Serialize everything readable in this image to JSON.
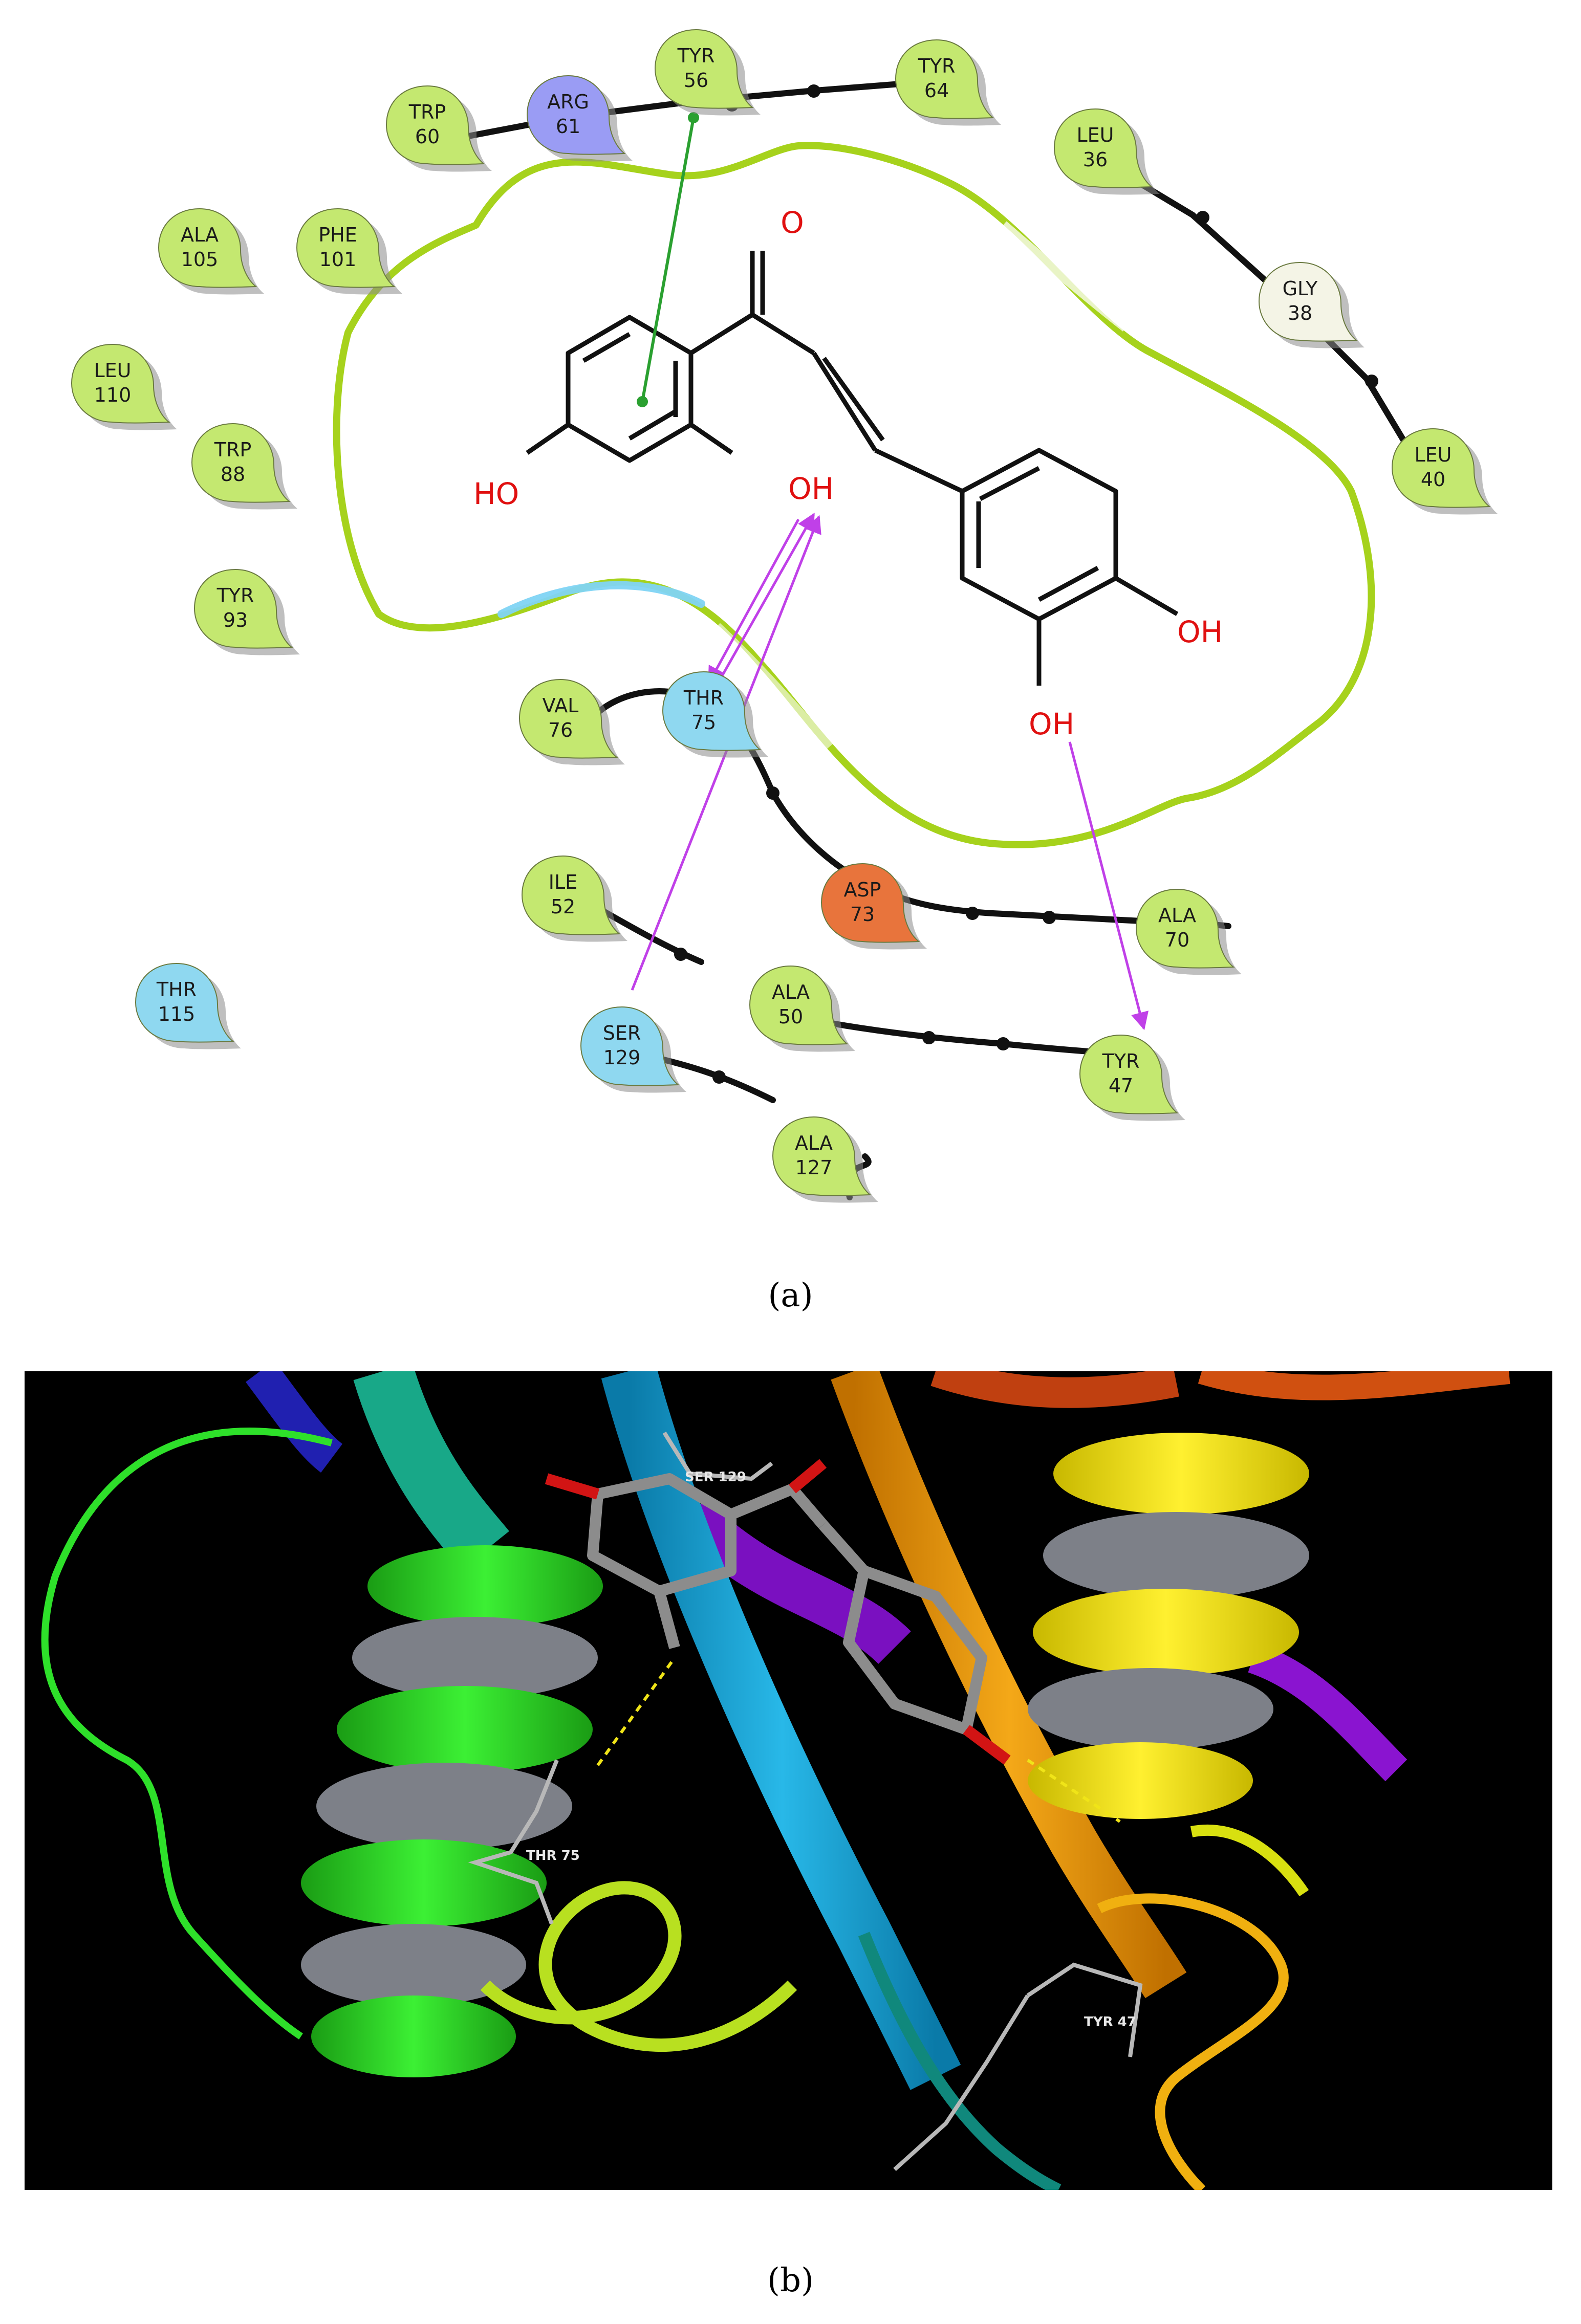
{
  "panel_a": {
    "residues": [
      {
        "name": "TRP",
        "num": "60",
        "type": "hydrophobic"
      },
      {
        "name": "ARG",
        "num": "61",
        "type": "positive"
      },
      {
        "name": "TYR",
        "num": "56",
        "type": "hydrophobic"
      },
      {
        "name": "TYR",
        "num": "64",
        "type": "hydrophobic"
      },
      {
        "name": "LEU",
        "num": "36",
        "type": "hydrophobic"
      },
      {
        "name": "GLY",
        "num": "38",
        "type": "glycine"
      },
      {
        "name": "LEU",
        "num": "40",
        "type": "hydrophobic"
      },
      {
        "name": "ALA",
        "num": "105",
        "type": "hydrophobic"
      },
      {
        "name": "PHE",
        "num": "101",
        "type": "hydrophobic"
      },
      {
        "name": "LEU",
        "num": "110",
        "type": "hydrophobic"
      },
      {
        "name": "TRP",
        "num": "88",
        "type": "hydrophobic"
      },
      {
        "name": "TYR",
        "num": "93",
        "type": "hydrophobic"
      },
      {
        "name": "VAL",
        "num": "76",
        "type": "hydrophobic"
      },
      {
        "name": "THR",
        "num": "75",
        "type": "polar"
      },
      {
        "name": "ASP",
        "num": "73",
        "type": "negative"
      },
      {
        "name": "ALA",
        "num": "70",
        "type": "hydrophobic"
      },
      {
        "name": "ILE",
        "num": "52",
        "type": "hydrophobic"
      },
      {
        "name": "ALA",
        "num": "50",
        "type": "hydrophobic"
      },
      {
        "name": "TYR",
        "num": "47",
        "type": "hydrophobic"
      },
      {
        "name": "SER",
        "num": "129",
        "type": "polar"
      },
      {
        "name": "ALA",
        "num": "127",
        "type": "hydrophobic"
      },
      {
        "name": "THR",
        "num": "115",
        "type": "polar"
      }
    ],
    "atoms": {
      "o_carbonyl": "O",
      "oh_left": "HO",
      "oh_mid": "OH",
      "oh_right_upper": "OH",
      "oh_right_lower": "OH"
    },
    "colors": {
      "hydrophobic": "#c4e870",
      "positive": "#9a9cf4",
      "polar": "#8fd8f0",
      "negative": "#e8743c",
      "glycine": "#f4f4e6",
      "pocket": "#a6d21c",
      "hbond": "#c040e8",
      "pipi": "#2aa030"
    }
  },
  "caption_a": "(a)",
  "panel_b": {
    "labels": {
      "ser": "SER 129",
      "thr": "THR 75",
      "tyr": "TYR 47"
    },
    "colors": {
      "background": "#000000",
      "helix_green": "#2ee02a",
      "strand_cyan": "#10a8d8",
      "strand_orange": "#e8980a",
      "helix_yellow": "#f0e418",
      "purple": "#8010c0",
      "ligand": "#8c8c8c",
      "oxygen": "#d21414",
      "hbond": "#f0e418"
    }
  },
  "caption_b": "(b)"
}
